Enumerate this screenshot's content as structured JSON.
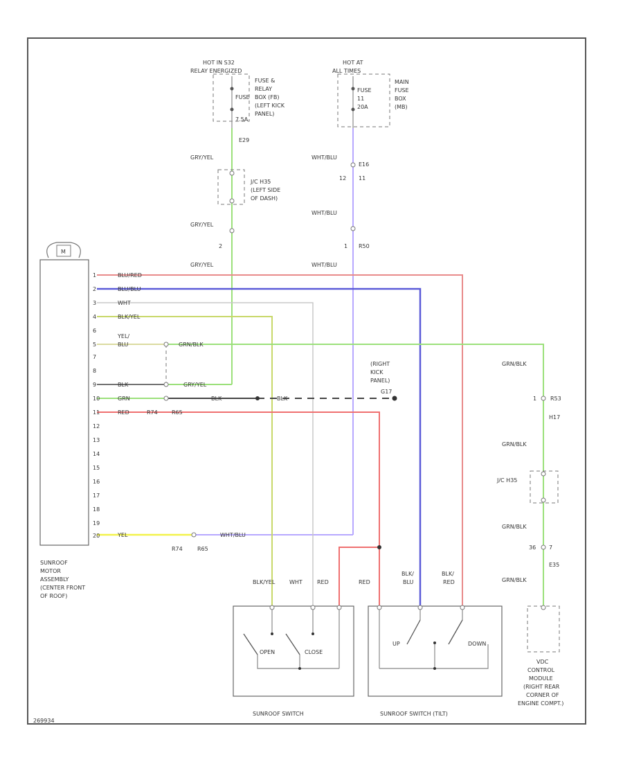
{
  "labels": {
    "hot_relay_title_1": "HOT IN S32",
    "hot_relay_title_2": "RELAY ENERGIZED",
    "fuse_relay_1": "FUSE &",
    "fuse_relay_2": "RELAY",
    "fuse_relay_3": "BOX (FB)",
    "fuse_relay_4": "(LEFT KICK",
    "fuse_relay_5": "PANEL)",
    "fuse_a": "FUSE",
    "fuse_a_amp": "7.5A",
    "conn_a": "E29",
    "hot_at_1": "HOT AT",
    "hot_at_2": "ALL TIMES",
    "fuse_b": "FUSE",
    "fuse_b_num": "11",
    "fuse_b_amp": "20A",
    "main_fuse_1": "MAIN",
    "main_fuse_2": "FUSE",
    "main_fuse_3": "BOX",
    "main_fuse_4": "(MB)",
    "w_gry_yel_1": "GRY/YEL",
    "w_wht_blu_1": "WHT/BLU",
    "conn_e16": "E16",
    "pin_12": "12",
    "pin_11": "11",
    "jc_1": "J/C H35",
    "jc_2": "(LEFT SIDE",
    "jc_3": "OF DASH)",
    "w_gry_yel_2": "GRY/YEL",
    "w_wht_blu_2": "WHT/BLU",
    "pin_2": "2",
    "pin_1": "1",
    "conn_r50": "R50",
    "w_gry_yel_3": "GRY/YEL",
    "w_wht_blu_3": "WHT/BLU",
    "motor_m": "M",
    "motor_1": "SUNROOF",
    "motor_2": "MOTOR",
    "motor_3": "ASSEMBLY",
    "motor_4": "(CENTER FRONT",
    "motor_5": "OF ROOF)",
    "p1": "1",
    "p2": "2",
    "p3": "3",
    "p4": "4",
    "p5": "5",
    "p6": "6",
    "p7": "7",
    "p8": "8",
    "p9": "9",
    "p10": "10",
    "p11": "11",
    "p12": "12",
    "p13": "13",
    "p14": "14",
    "p15": "15",
    "p16": "16",
    "p17": "17",
    "p18": "18",
    "p19": "19",
    "p20": "20",
    "w_blu_red": "BLU/RED",
    "w_blu_blu": "BLU/BLU",
    "w_wht": "WHT",
    "w_blk_yel": "BLK/YEL",
    "w_yel_1": "YEL/",
    "w_yel_2": "BLU",
    "w_grn_blk_a": "GRN/BLK",
    "w_blk_1": "BLK",
    "w_gry_yel_4": "GRY/YEL",
    "w_grn": "GRN",
    "w_blk_2": "BLK",
    "w_blk_3": "BLK",
    "w_red_1": "RED",
    "conn_r74_a": "R74",
    "conn_r65": "R65",
    "kick_1": "(RIGHT",
    "kick_2": "KICK",
    "kick_3": "PANEL)",
    "gnd": "G17",
    "w_yel_3": "YEL",
    "w_wht_blu_4": "WHT/BLU",
    "conn_r74_b": "R74",
    "conn_r65_b": "R65",
    "w_grn_blk_b": "GRN/BLK",
    "pin_1b": "1",
    "conn_r53": "R53",
    "conn_h17": "H17",
    "w_grn_blk_c": "GRN/BLK",
    "jc_h35b": "J/C H35",
    "w_grn_blk_d": "GRN/BLK",
    "pin_36": "36",
    "pin_7": "7",
    "conn_e35": "E35",
    "w_grn_blk_e": "GRN/BLK",
    "sw_w1": "BLK/YEL",
    "sw_w2": "WHT",
    "sw_w3": "RED",
    "sw_w4": "RED",
    "sw_w5a": "BLK/",
    "sw_w5b": "BLU",
    "sw_w6a": "BLK/",
    "sw_w6b": "RED",
    "open": "OPEN",
    "close": "CLOSE",
    "up": "UP",
    "down": "DOWN",
    "sw1_title": "SUNROOF SWITCH",
    "sw2_title": "SUNROOF SWITCH (TILT)",
    "vdc_1": "VDC",
    "vdc_2": "CONTROL",
    "vdc_3": "MODULE",
    "vdc_4": "(RIGHT REAR",
    "vdc_5": "CORNER OF",
    "vdc_6": "ENGINE COMPT.)",
    "footer": "269934"
  },
  "colors": {
    "green": "#9be07a",
    "violet": "#b7a8ff",
    "red": "#ef6f6f",
    "pink_red": "#e88a8a",
    "blue": "#5a5ad8",
    "yellow_green": "#c8d86a",
    "yellow": "#f2f24a",
    "light_gray": "#c8c8c8",
    "dark": "#444444"
  }
}
